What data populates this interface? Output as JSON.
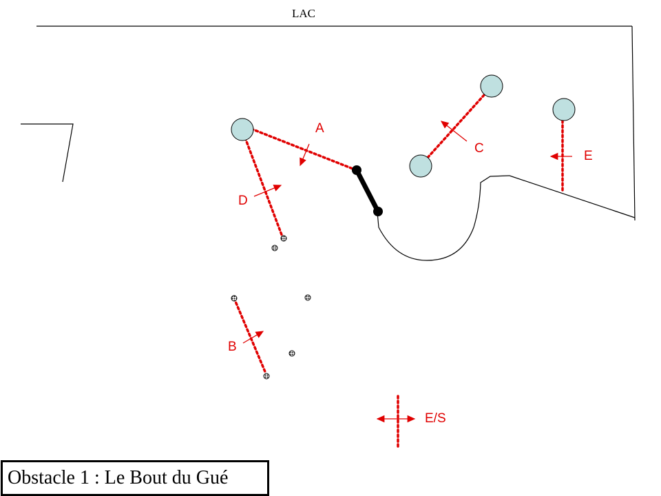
{
  "lake_label": "LAC",
  "title": "Obstacle 1 : Le Bout du Gué",
  "labels": {
    "a": "A",
    "b": "B",
    "c": "C",
    "d": "D",
    "e": "E",
    "entry_exit": "E/S"
  },
  "colors": {
    "lines": "#000000",
    "markers": "#e00000",
    "tree_fill": "#bfe0e0",
    "tree_stroke": "#000000"
  }
}
